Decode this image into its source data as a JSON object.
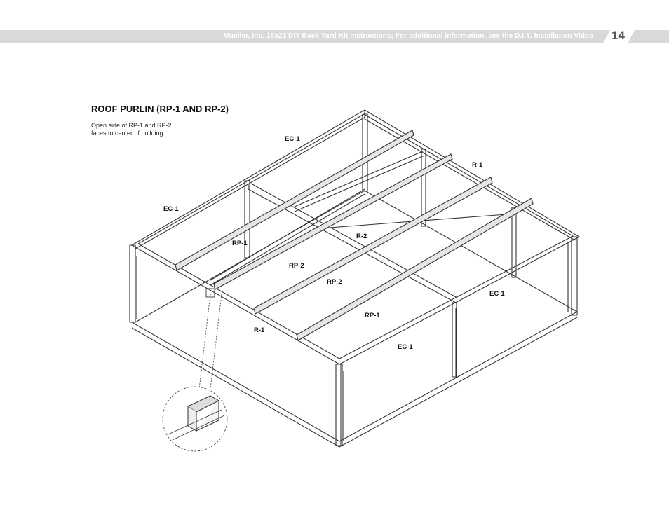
{
  "header": {
    "text": "Mueller, Inc. 18x21 DIY Back Yard Kit Instructions; For additional information, see the D.I.Y. Installation Video",
    "page_number": "14"
  },
  "section": {
    "title": "ROOF PURLIN (RP-1 AND RP-2)",
    "note_lines": [
      "Open side of RP-1 and RP-2",
      "faces to center of building"
    ]
  },
  "diagram": {
    "labels": {
      "ec1_top": "EC-1",
      "ec1_left": "EC-1",
      "ec1_right": "EC-1",
      "ec1_front": "EC-1",
      "r1_back": "R-1",
      "r1_front": "R-1",
      "r2": "R-2",
      "rp1_left": "RP-1",
      "rp1_right": "RP-1",
      "rp2_a": "RP-2",
      "rp2_b": "RP-2"
    },
    "colors": {
      "line": "#333333",
      "band": "#d9d9d9",
      "purlin": "#e6e6e6"
    }
  }
}
